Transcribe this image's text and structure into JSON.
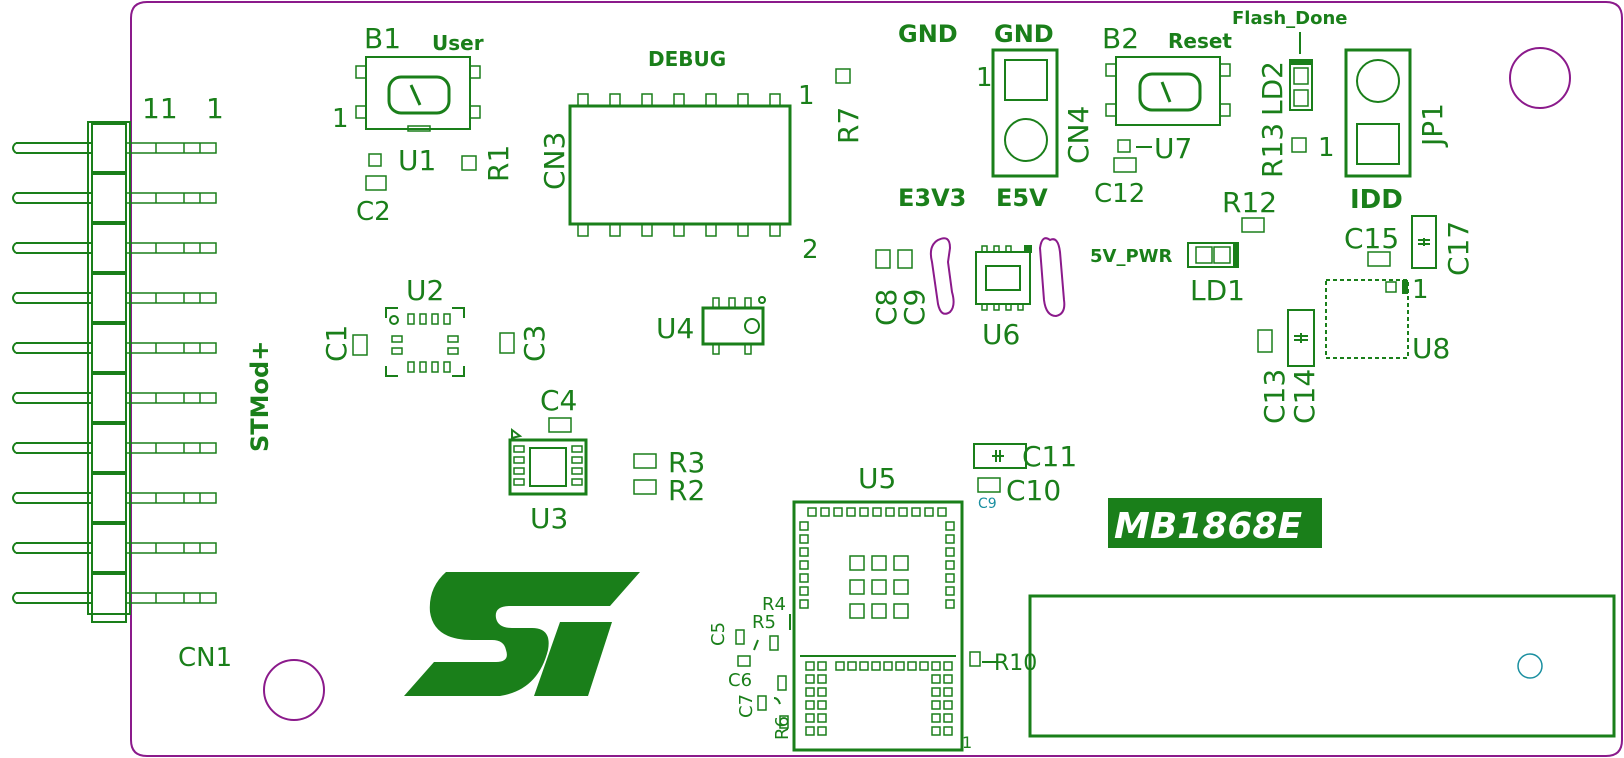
{
  "colors": {
    "silkscreen": "#1a7f1a",
    "outline": "#8b1a8b",
    "board": "#ffffff",
    "badge_text": "#ffffff"
  },
  "board": {
    "badge": "MB1868E",
    "logo": "ST",
    "stmod_label": "STMod+",
    "cn1_pin_high": "11",
    "cn1_pin_low": "1"
  },
  "labels": {
    "B1": "B1",
    "User": "User",
    "U1": "U1",
    "R1": "R1",
    "C2": "C2",
    "U2": "U2",
    "C1": "C1",
    "C3": "C3",
    "U3": "U3",
    "C4": "C4",
    "R3": "R3",
    "R2": "R2",
    "DEBUG": "DEBUG",
    "CN3": "CN3",
    "U4": "U4",
    "R7": "R7",
    "GND_left": "GND",
    "GND_right": "GND",
    "E3V3": "E3V3",
    "E5V": "E5V",
    "CN4": "CN4",
    "C8": "C8",
    "C9": "C9",
    "U6": "U6",
    "B2": "B2",
    "Reset": "Reset",
    "U7": "U7",
    "C12": "C12",
    "Flash_Done": "Flash_Done",
    "LD2": "LD2",
    "R13": "R13",
    "R12": "R12",
    "5V_PWR": "5V_PWR",
    "LD1": "LD1",
    "JP1": "JP1",
    "IDD": "IDD",
    "C15": "C15",
    "C17": "C17",
    "U8": "U8",
    "C13": "C13",
    "C14": "C14",
    "C11": "C11",
    "C10": "C10",
    "C9_small": "C9",
    "U5": "U5",
    "R4": "R4",
    "R5": "R5",
    "C5": "C5",
    "C6": "C6",
    "C7": "C7",
    "R6": "R6",
    "R10": "R10",
    "CN1": "CN1",
    "pin1": "1",
    "pin2": "2"
  }
}
